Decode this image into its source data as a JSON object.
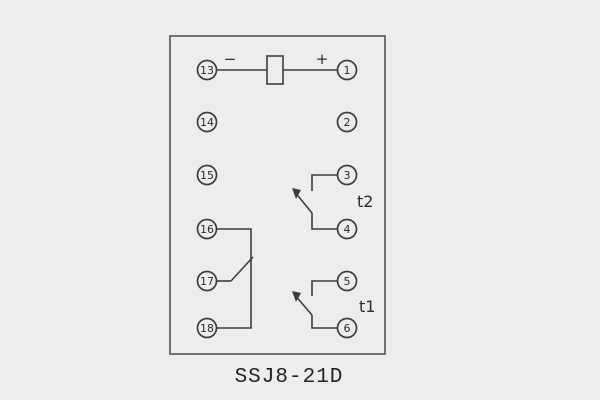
{
  "diagram": {
    "caption": "SSJ8-21D",
    "coil": {
      "minus_label": "−",
      "plus_label": "+"
    },
    "contacts": {
      "t2_label": "t2",
      "t1_label": "t1"
    },
    "terminals": {
      "left": [
        "13",
        "14",
        "15",
        "16",
        "17",
        "18"
      ],
      "right": [
        "1",
        "2",
        "3",
        "4",
        "5",
        "6"
      ]
    },
    "colors": {
      "background": "#ededed",
      "line": "#3d3d3d",
      "text": "#2b2b2b"
    }
  }
}
